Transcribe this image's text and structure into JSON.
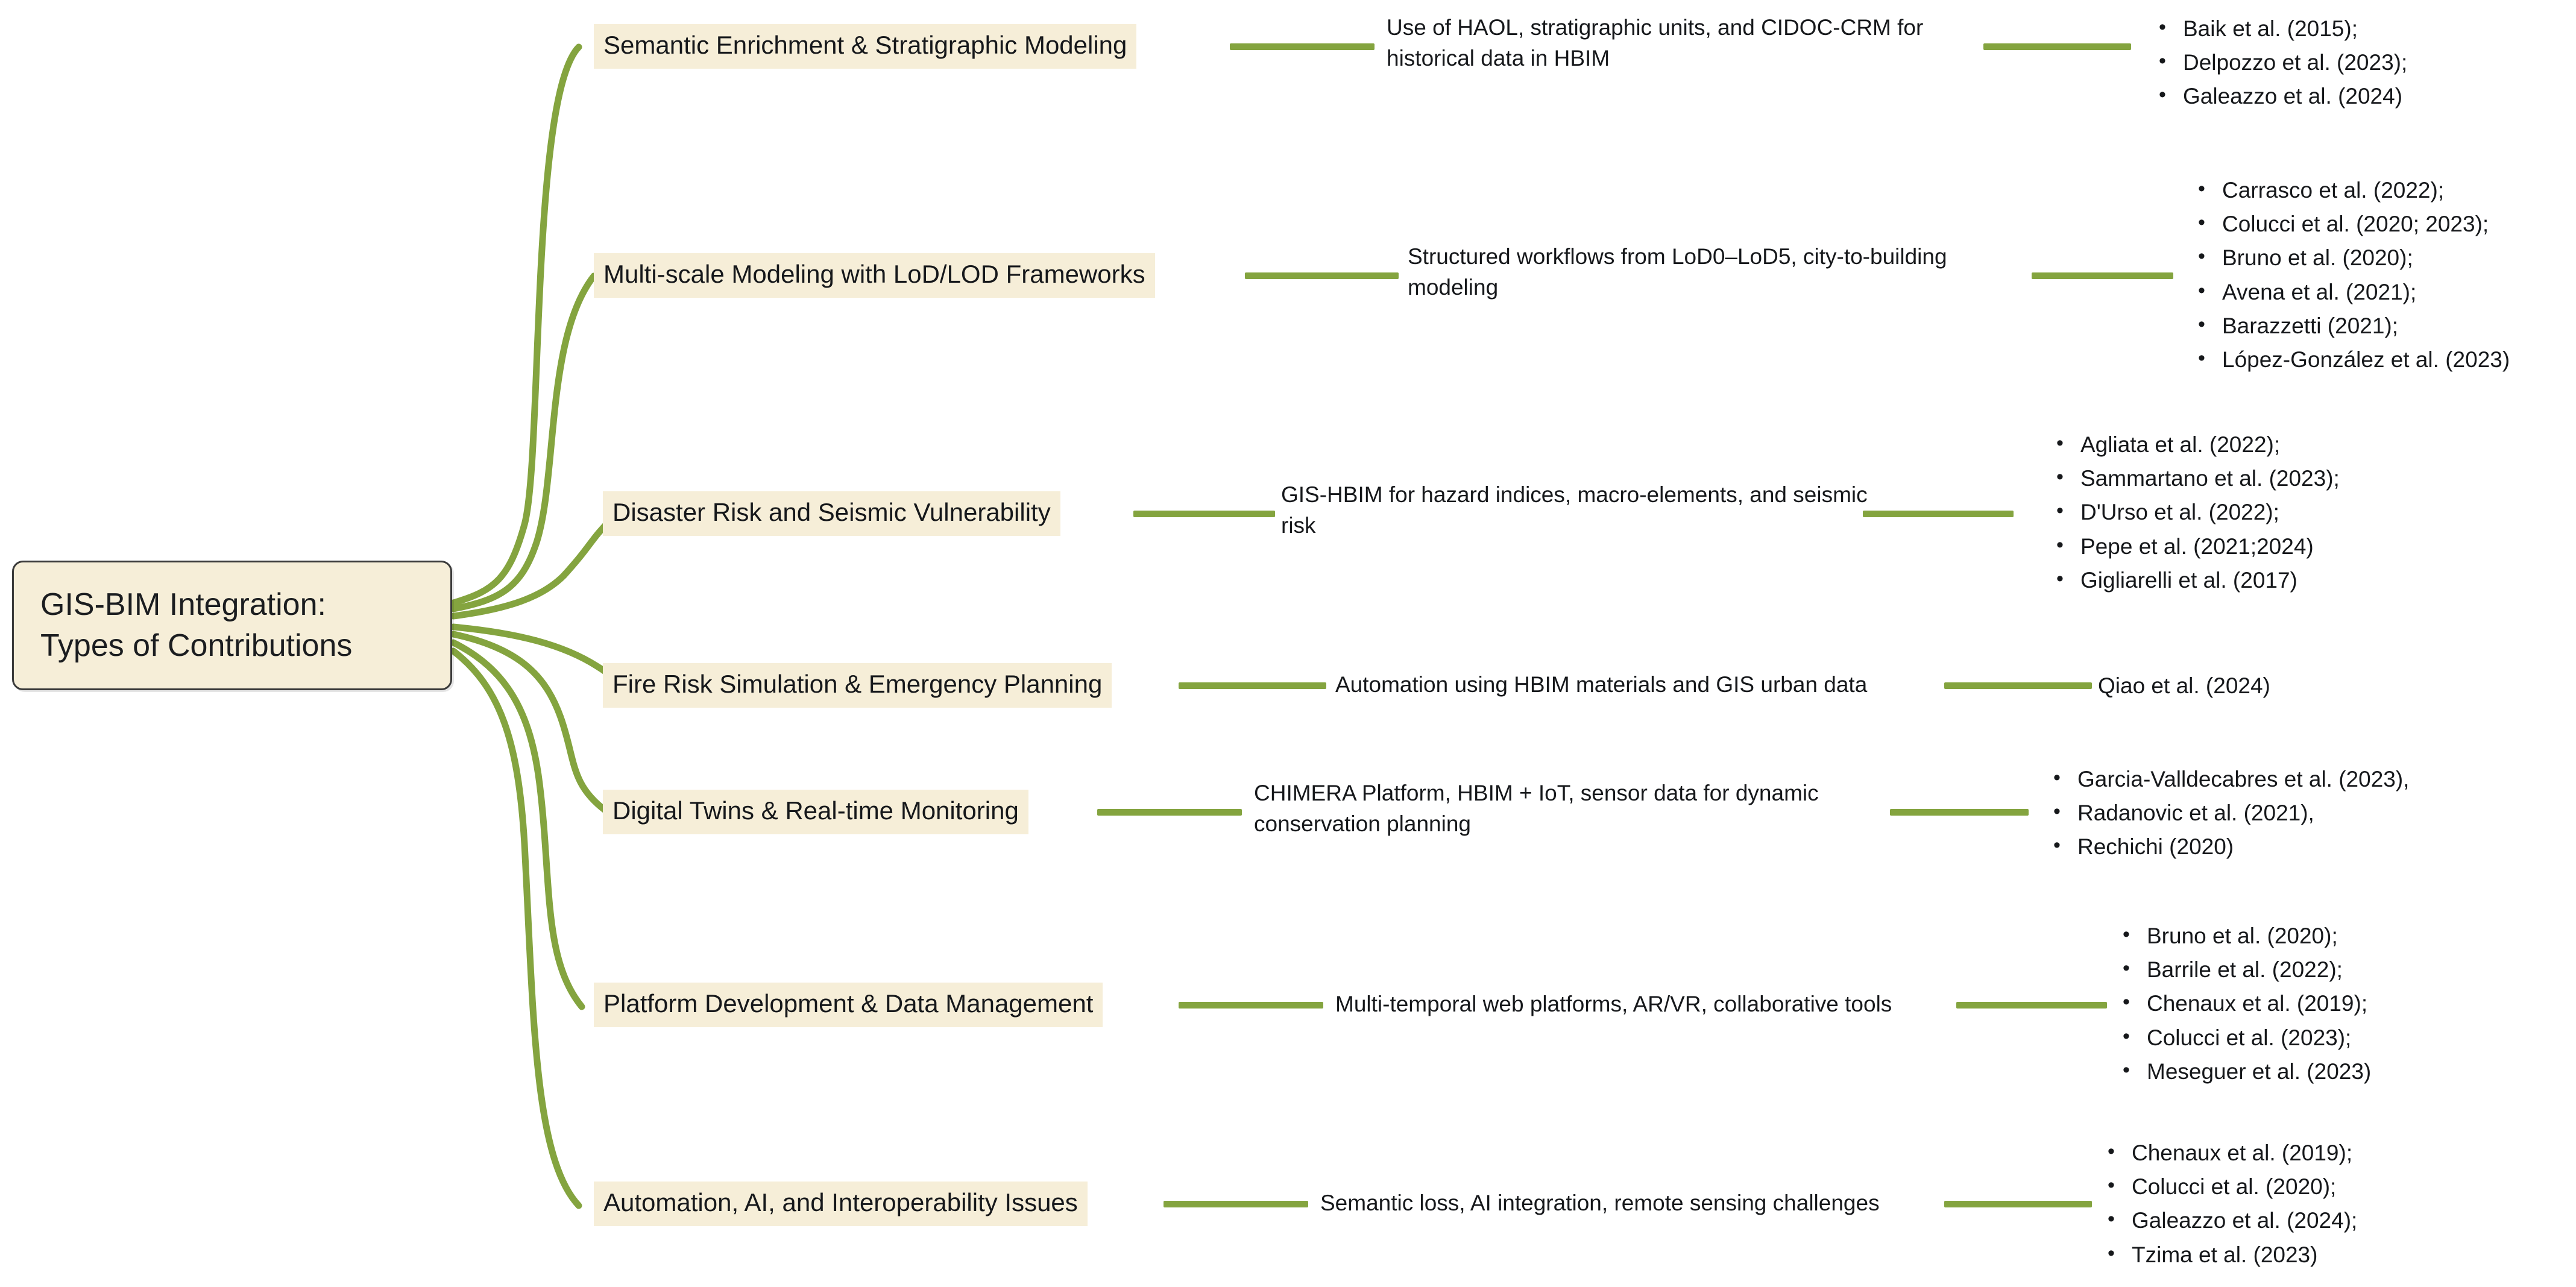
{
  "theme": {
    "node_fill": "#f6eed8",
    "node_border": "#3a3a3a",
    "branch_color": "#84a43f",
    "text_color": "#16181b",
    "background": "#ffffff"
  },
  "root": {
    "line1": "GIS-BIM Integration:",
    "line2": "Types of Contributions"
  },
  "branches": [
    {
      "topic": "Semantic Enrichment & Stratigraphic Modeling",
      "description": "Use of HAOL, stratigraphic units, and CIDOC-CRM for historical data in HBIM",
      "citations": [
        "Baik et al. (2015);",
        "Delpozzo et al. (2023);",
        "Galeazzo et al. (2024)"
      ]
    },
    {
      "topic": "Multi-scale Modeling with LoD/LOD Frameworks",
      "description": "Structured workflows from LoD0–LoD5, city-to-building modeling",
      "citations": [
        "Carrasco et al. (2022);",
        "Colucci et al. (2020; 2023);",
        "Bruno et al. (2020);",
        "Avena et al. (2021);",
        "Barazzetti (2021);",
        " López-González et al. (2023)"
      ]
    },
    {
      "topic": "Disaster Risk and Seismic Vulnerability",
      "description": "GIS-HBIM for hazard indices, macro-elements, and seismic risk",
      "citations": [
        "Agliata et al. (2022);",
        "Sammartano et al. (2023);",
        "D'Urso et al. (2022);",
        "Pepe et al. (2021;2024)",
        "Gigliarelli et al. (2017)"
      ]
    },
    {
      "topic": "Fire Risk Simulation & Emergency Planning",
      "description": "Automation using HBIM materials and GIS urban data",
      "citations": [
        "Qiao et al. (2024)"
      ]
    },
    {
      "topic": "Digital Twins & Real-time Monitoring",
      "description": "CHIMERA Platform, HBIM + IoT, sensor data for dynamic conservation planning",
      "citations": [
        "Garcia-Valldecabres et al. (2023),",
        "Radanovic et al. (2021),",
        "Rechichi (2020)"
      ]
    },
    {
      "topic": "Platform Development & Data Management",
      "description": "Multi-temporal web platforms, AR/VR, collaborative tools",
      "citations": [
        "Bruno et al. (2020);",
        "Barrile et al. (2022);",
        "Chenaux et al. (2019);",
        "Colucci et al. (2023);",
        "Meseguer et al. (2023)"
      ]
    },
    {
      "topic": "Automation, AI, and Interoperability Issues",
      "description": "Semantic loss, AI integration, remote sensing challenges",
      "citations": [
        "Chenaux et al. (2019);",
        "Colucci et al. (2020);",
        "Galeazzo et al. (2024);",
        "Tzima et al. (2023)"
      ]
    }
  ]
}
